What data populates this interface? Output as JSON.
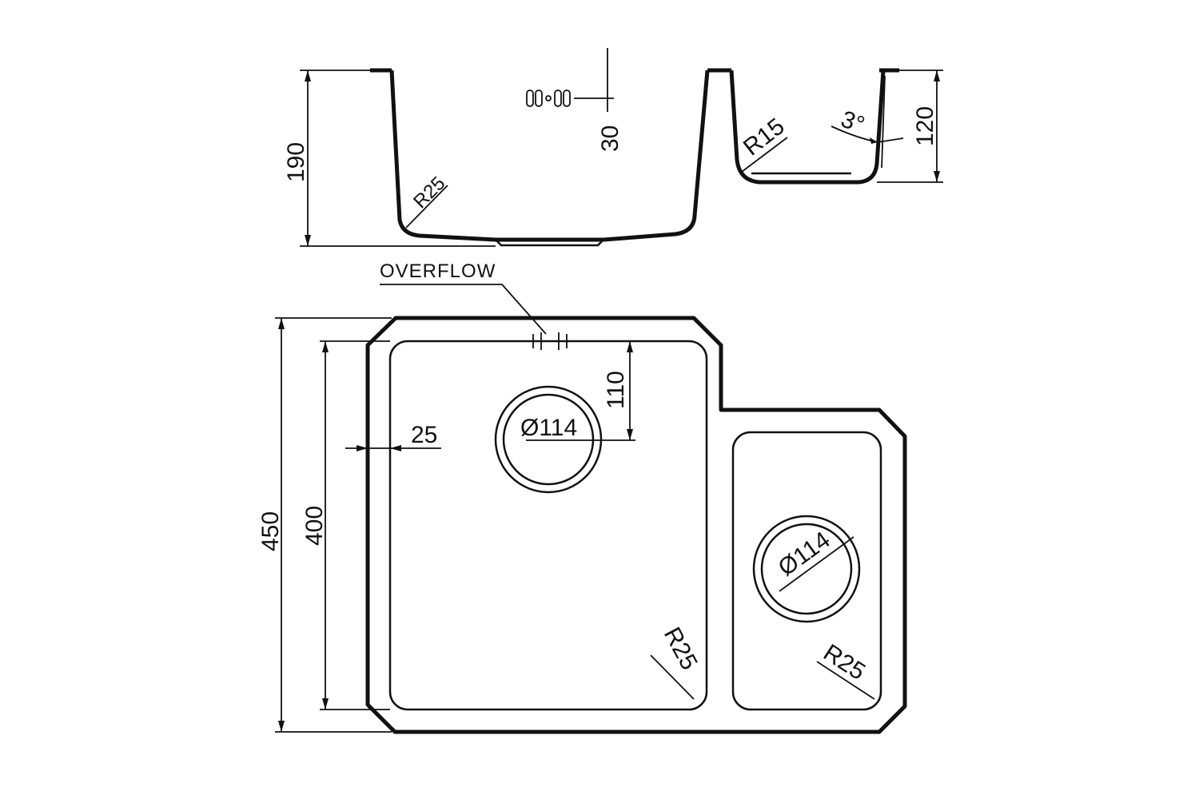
{
  "side_view": {
    "depth_main": "190",
    "depth_small": "120",
    "overflow_drop": "30",
    "radius_main": "R25",
    "radius_small": "R15",
    "wall_angle": "3°"
  },
  "plan_view": {
    "overflow_label": "OVERFLOW",
    "outer_depth": "450",
    "inner_depth": "400",
    "rim_width": "25",
    "drain_offset": "110",
    "drain_main": "Ø114",
    "drain_small": "Ø114",
    "corner_radius_main": "R25",
    "corner_radius_small": "R25"
  },
  "colors": {
    "line": "#111111",
    "background": "#ffffff"
  }
}
